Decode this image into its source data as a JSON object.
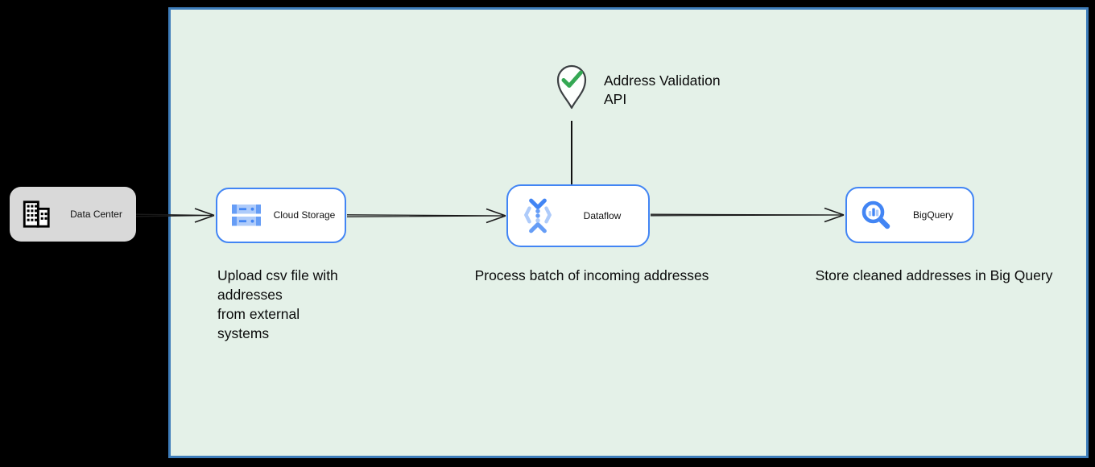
{
  "diagram": {
    "type": "architecture-flow",
    "boundary": {
      "fill": "#e4f1e8",
      "border_color": "#3e7dba"
    },
    "colors": {
      "node_border": "#4285f4",
      "icon_blue_dark": "#4285f4",
      "icon_blue_mid": "#669df6",
      "icon_blue_light": "#aecbfa",
      "check_green": "#34a853",
      "datacenter_fill": "#d9d9d9",
      "connector": "#1a1a1a",
      "background": "#000000"
    },
    "external": {
      "data_center": {
        "label": "Data Center",
        "icon": "building-icon"
      }
    },
    "nodes": [
      {
        "id": "cloud-storage",
        "label": "Cloud Storage",
        "icon": "cloud-storage-icon"
      },
      {
        "id": "dataflow",
        "label": "Dataflow",
        "icon": "dataflow-icon"
      },
      {
        "id": "bigquery",
        "label": "BigQuery",
        "icon": "bigquery-icon"
      }
    ],
    "validation": {
      "icon": "map-pin-check-icon",
      "label_line1": "Address Validation",
      "label_line2": "API"
    },
    "captions": [
      {
        "id": "upload",
        "lines": [
          "Upload csv file with",
          "addresses",
          "from external",
          "systems"
        ]
      },
      {
        "id": "process",
        "text": "Process batch of incoming addresses"
      },
      {
        "id": "store",
        "text": "Store cleaned addresses in Big Query"
      }
    ],
    "connectors": [
      {
        "from": "data-center",
        "to": "cloud-storage",
        "style": "double-line-open-arrow"
      },
      {
        "from": "cloud-storage",
        "to": "dataflow",
        "style": "double-line-open-arrow"
      },
      {
        "from": "dataflow",
        "to": "bigquery",
        "style": "double-line-open-arrow"
      },
      {
        "from": "address-validation-api",
        "to": "dataflow",
        "style": "plain-line"
      }
    ]
  }
}
